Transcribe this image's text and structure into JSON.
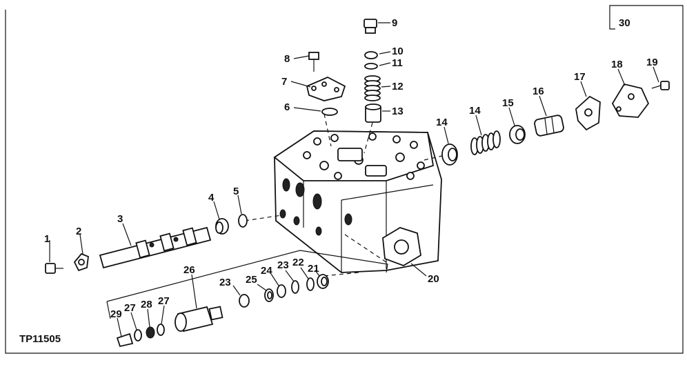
{
  "figure": {
    "reference_code": "TP11505",
    "assembly_callout": "30"
  },
  "callouts": [
    {
      "id": "1",
      "label": "1"
    },
    {
      "id": "2",
      "label": "2"
    },
    {
      "id": "3",
      "label": "3"
    },
    {
      "id": "4",
      "label": "4"
    },
    {
      "id": "5",
      "label": "5"
    },
    {
      "id": "6",
      "label": "6"
    },
    {
      "id": "7",
      "label": "7"
    },
    {
      "id": "8",
      "label": "8"
    },
    {
      "id": "9",
      "label": "9"
    },
    {
      "id": "10",
      "label": "10"
    },
    {
      "id": "11",
      "label": "11"
    },
    {
      "id": "12",
      "label": "12"
    },
    {
      "id": "13",
      "label": "13"
    },
    {
      "id": "14a",
      "label": "14"
    },
    {
      "id": "14b",
      "label": "14"
    },
    {
      "id": "15",
      "label": "15"
    },
    {
      "id": "16",
      "label": "16"
    },
    {
      "id": "17",
      "label": "17"
    },
    {
      "id": "18",
      "label": "18"
    },
    {
      "id": "19",
      "label": "19"
    },
    {
      "id": "20",
      "label": "20"
    },
    {
      "id": "21",
      "label": "21"
    },
    {
      "id": "22",
      "label": "22"
    },
    {
      "id": "23a",
      "label": "23"
    },
    {
      "id": "23b",
      "label": "23"
    },
    {
      "id": "24",
      "label": "24"
    },
    {
      "id": "25",
      "label": "25"
    },
    {
      "id": "26",
      "label": "26"
    },
    {
      "id": "27a",
      "label": "27"
    },
    {
      "id": "27b",
      "label": "27"
    },
    {
      "id": "28",
      "label": "28"
    },
    {
      "id": "29",
      "label": "29"
    }
  ]
}
